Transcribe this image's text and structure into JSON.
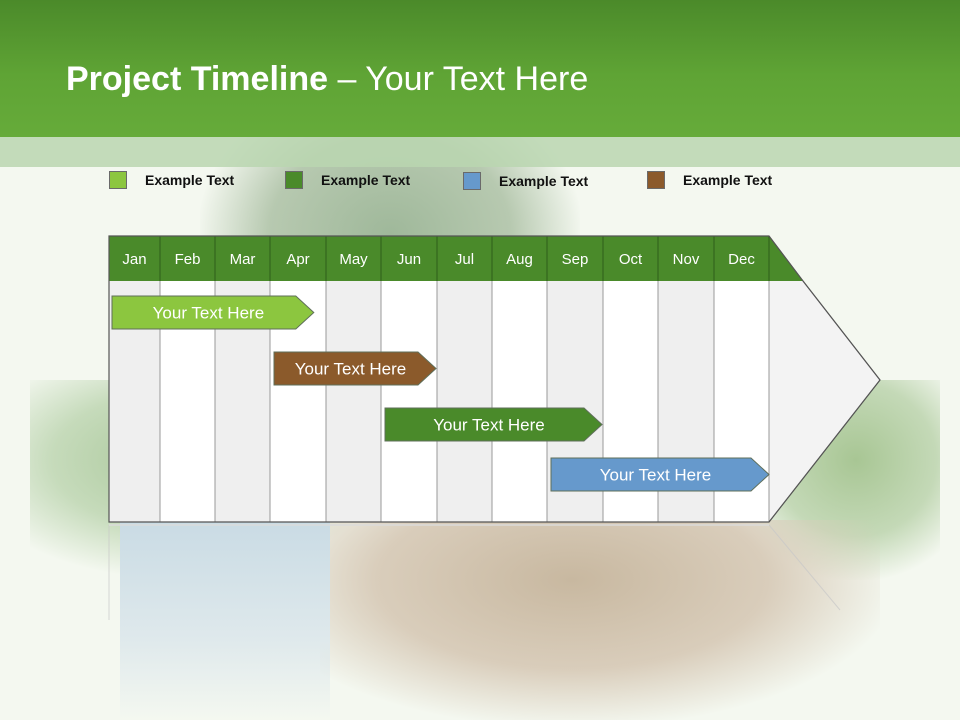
{
  "header": {
    "title_bold": "Project Timeline",
    "title_rest": " – Your Text Here"
  },
  "legend": [
    {
      "label": "Example Text",
      "color": "#8cc63f"
    },
    {
      "label": "Example Text",
      "color": "#4a8a2a"
    },
    {
      "label": "Example Text",
      "color": "#6699cc"
    },
    {
      "label": "Example Text",
      "color": "#8b5a2b"
    }
  ],
  "timeline": {
    "months": [
      "Jan",
      "Feb",
      "Mar",
      "Apr",
      "May",
      "Jun",
      "Jul",
      "Aug",
      "Sep",
      "Oct",
      "Nov",
      "Dec"
    ],
    "header_color": "#4a8a2a",
    "tasks": [
      {
        "label": "Your  Text Here",
        "start_month": 0.0,
        "end_month": 3.8,
        "color": "#8cc63f"
      },
      {
        "label": "Your  Text Here",
        "start_month": 3.0,
        "end_month": 6.0,
        "color": "#8b5a2b"
      },
      {
        "label": "Your  Text Here",
        "start_month": 5.0,
        "end_month": 9.0,
        "color": "#4a8a2a"
      },
      {
        "label": "Your  Text Here",
        "start_month": 8.0,
        "end_month": 12.0,
        "color": "#6699cc"
      }
    ]
  }
}
